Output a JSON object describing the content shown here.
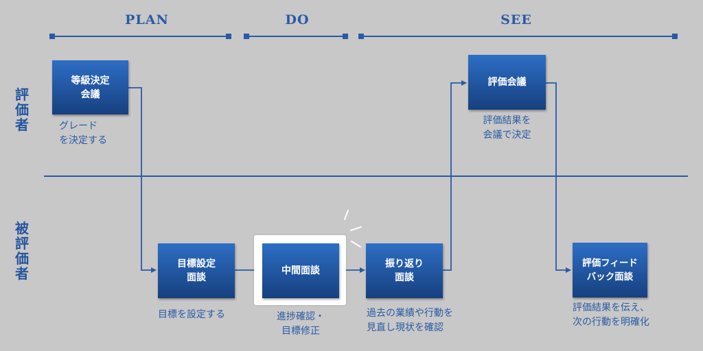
{
  "phases": {
    "plan": "PLAN",
    "do": "DO",
    "see": "SEE"
  },
  "roles": {
    "evaluator": "評価者",
    "evaluatee": "被評価者"
  },
  "nodes": {
    "grade_meeting": "等級決定\n会議",
    "goal_setting": "目標設定\n面談",
    "midterm": "中間面談",
    "review": "振り返り\n面談",
    "evaluation_meeting": "評価会議",
    "feedback": "評価フィード\nバック面談"
  },
  "notes": {
    "grade_meeting": "グレード\nを決定する",
    "goal_setting": "目標を設定する",
    "midterm": "進捗確認・\n目標修正",
    "review": "過去の業績や行動を\n見直し現状を確認",
    "evaluation_meeting": "評価結果を\n会議で決定",
    "feedback": "評価結果を伝え、\n次の行動を明確化"
  },
  "colors": {
    "background": "#c8c8c8",
    "accent": "#2a5aa4",
    "node_top": "#2d6ec5",
    "node_bottom": "#17407f",
    "highlight": "#ffffff"
  }
}
